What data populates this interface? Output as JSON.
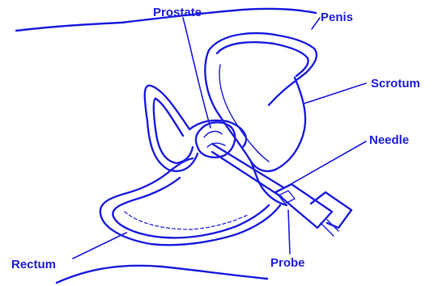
{
  "diagram": {
    "labels": {
      "prostate": "Prostate",
      "penis": "Penis",
      "scrotum": "Scrotum",
      "needle": "Needle",
      "rectum": "Rectum",
      "probe": "Probe"
    },
    "colors": {
      "ink": "#1e1ee0",
      "background": "#ffffff"
    }
  }
}
